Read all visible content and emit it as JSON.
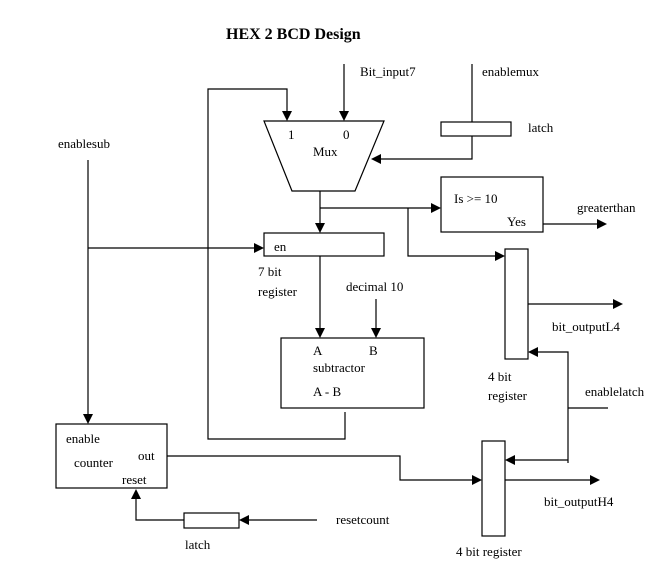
{
  "title": "HEX 2 BCD Design",
  "signals": {
    "bit_input7": "Bit_input7",
    "enablemux": "enablemux",
    "enablesub": "enablesub",
    "greaterthan": "greaterthan",
    "bit_outputL4": "bit_outputL4",
    "enablelatch": "enablelatch",
    "bit_outputH4": "bit_outputH4",
    "resetcount": "resetcount"
  },
  "blocks": {
    "mux": {
      "label": "Mux",
      "input1": "1",
      "input0": "0"
    },
    "mux_latch": {
      "label": "latch"
    },
    "comparator": {
      "label": "Is >= 10",
      "output": "Yes"
    },
    "reg7": {
      "port": "en",
      "label_line1": "7 bit",
      "label_line2": "register"
    },
    "decimal": {
      "label": "decimal 10"
    },
    "subtractor": {
      "a": "A",
      "b": "B",
      "label": "subtractor",
      "out": "A - B"
    },
    "reg4_low": {
      "label_line1": "4 bit",
      "label_line2": "register"
    },
    "counter": {
      "enable": "enable",
      "label": "counter",
      "out": "out",
      "reset": "reset"
    },
    "reset_latch": {
      "label": "latch"
    },
    "reg4_high": {
      "label": "4 bit register"
    }
  }
}
